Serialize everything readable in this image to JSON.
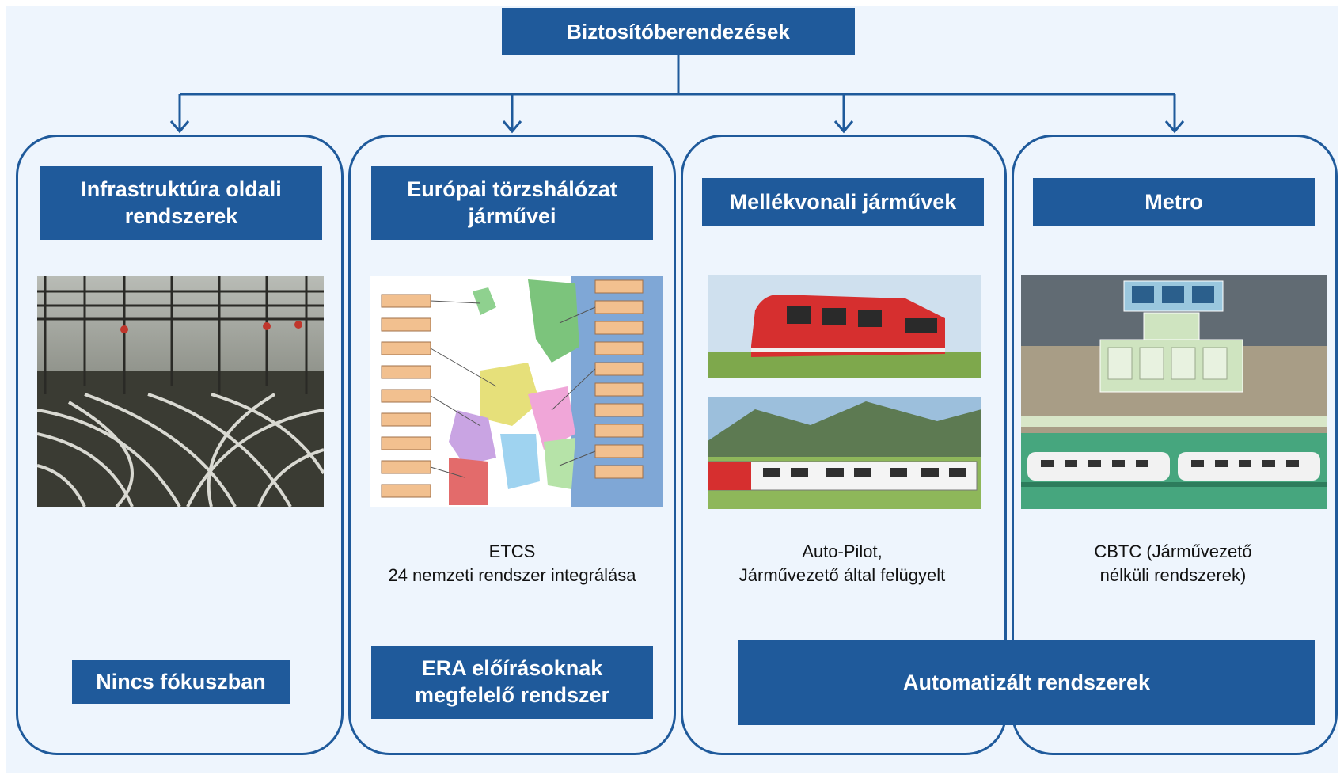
{
  "title": "Biztosítóberendezések",
  "columns": [
    {
      "heading_lines": [
        "Infrastruktúra oldali",
        "rendszerek"
      ],
      "image_icon": "railway-tracks-photo",
      "caption_lines": [],
      "footer": "Nincs fókuszban"
    },
    {
      "heading_lines": [
        "Európai törzshálózat",
        "járművei"
      ],
      "image_icon": "europe-map-etcs-icon",
      "caption_lines": [
        "ETCS",
        "24 nemzeti rendszer integrálása"
      ],
      "footer_lines": [
        "ERA előírásoknak",
        "megfelelő rendszer"
      ]
    },
    {
      "heading_lines": [
        "Mellékvonali járművek"
      ],
      "image_icon": "regional-train-photos",
      "caption_lines": [
        "Auto-Pilot,",
        "Járművezető által felügyelt"
      ]
    },
    {
      "heading_lines": [
        "Metro"
      ],
      "image_icon": "cbtc-system-diagram",
      "caption_lines": [
        "CBTC (Járművezető",
        "nélküli rendszerek)"
      ]
    }
  ],
  "shared_footer": "Automatizált rendszerek",
  "colors": {
    "accent": "#1f5a9b",
    "background": "#eef5fd",
    "text": "#111111"
  }
}
